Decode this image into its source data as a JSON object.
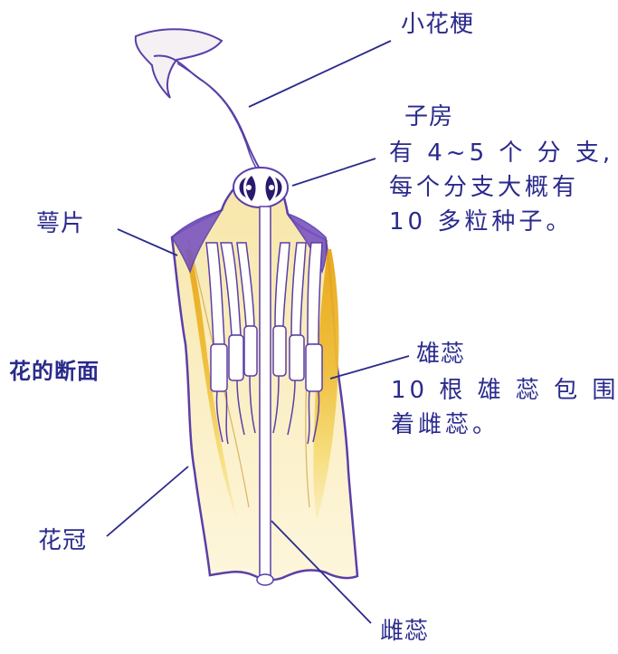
{
  "colors": {
    "outline": "#5a3fa8",
    "text": "#2a2a8c",
    "petal_fill": "#e8a514",
    "petal_light": "#f6dc78",
    "cream": "#fbeec0"
  },
  "labels": {
    "pedicel": "小花梗",
    "ovary": "子房",
    "sepal": "萼片",
    "stamen": "雄蕊",
    "corolla": "花冠",
    "pistil": "雌蕊",
    "title": "花的断面"
  },
  "notes": {
    "ovary": [
      "有 4~5 个 分 支,",
      "每个分支大概有",
      "10 多粒种子。"
    ],
    "stamen": [
      "10 根 雄 蕊 包 围",
      "着雌蕊。"
    ]
  }
}
